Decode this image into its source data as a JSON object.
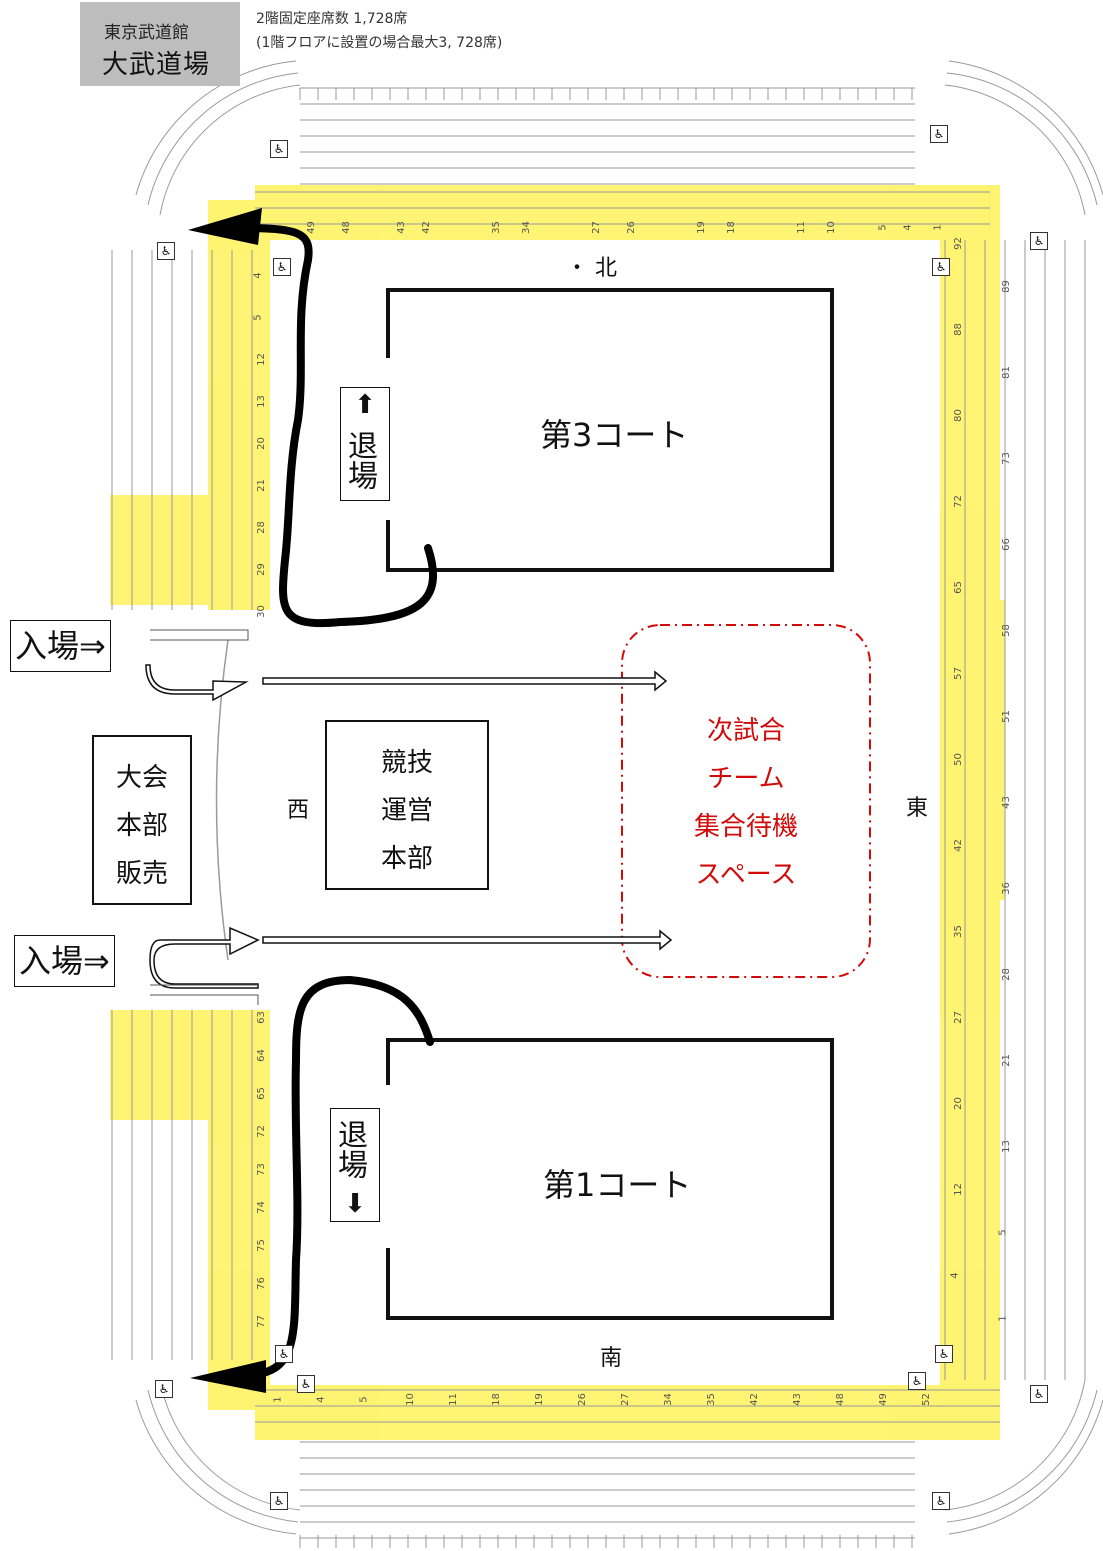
{
  "header": {
    "venue_name": "東京武道館",
    "hall_name": "大武道場",
    "fixed_seats": "2階固定座席数 1,728席",
    "floor_note": "(1階フロアに設置の場合最大3, 728席)"
  },
  "entrances": [
    {
      "label": "入場⇒"
    },
    {
      "label": "入場⇒"
    }
  ],
  "tournament_hq": {
    "lines": [
      "大会",
      "本部",
      "販売"
    ]
  },
  "competition_hq": {
    "lines": [
      "競技",
      "運営",
      "本部"
    ]
  },
  "courts": [
    {
      "label": "第3コート",
      "exit_label": "退場",
      "exit_arrow": "⬆"
    },
    {
      "label": "第1コート",
      "exit_label": "退場",
      "exit_arrow": "⬇"
    }
  ],
  "waiting_area": {
    "lines": [
      "次試合",
      "チーム",
      "集合待機",
      "スペース"
    ]
  },
  "compass": {
    "north": "・ 北",
    "south": "南",
    "east": "東",
    "west": "西"
  },
  "seat_sections": {
    "north_numbers": [
      "49",
      "48",
      "43",
      "42",
      "35",
      "34",
      "27",
      "26",
      "19",
      "18",
      "11",
      "10",
      "5",
      "4",
      "1"
    ],
    "south_numbers": [
      "1",
      "4",
      "5",
      "10",
      "11",
      "18",
      "19",
      "26",
      "27",
      "34",
      "35",
      "42",
      "43",
      "48",
      "49",
      "52"
    ],
    "west_upper_numbers": [
      "4",
      "5",
      "12",
      "13",
      "20",
      "21",
      "28",
      "29",
      "30"
    ],
    "west_lower_numbers": [
      "63",
      "64",
      "65",
      "72",
      "73",
      "74",
      "75",
      "76",
      "77"
    ],
    "east_numbers": [
      "92",
      "89",
      "88",
      "81",
      "80",
      "73",
      "72",
      "66",
      "65",
      "58",
      "57",
      "51",
      "50",
      "43",
      "42",
      "36",
      "35",
      "28",
      "27",
      "21",
      "20",
      "13",
      "12",
      "5",
      "4",
      "1"
    ]
  },
  "colors": {
    "highlight": "#fff25a",
    "waiting_red": "#d10a0a",
    "route_black": "#000000",
    "seat_line": "#9a9a9a"
  },
  "icons": [
    "wheelchair-icon"
  ]
}
